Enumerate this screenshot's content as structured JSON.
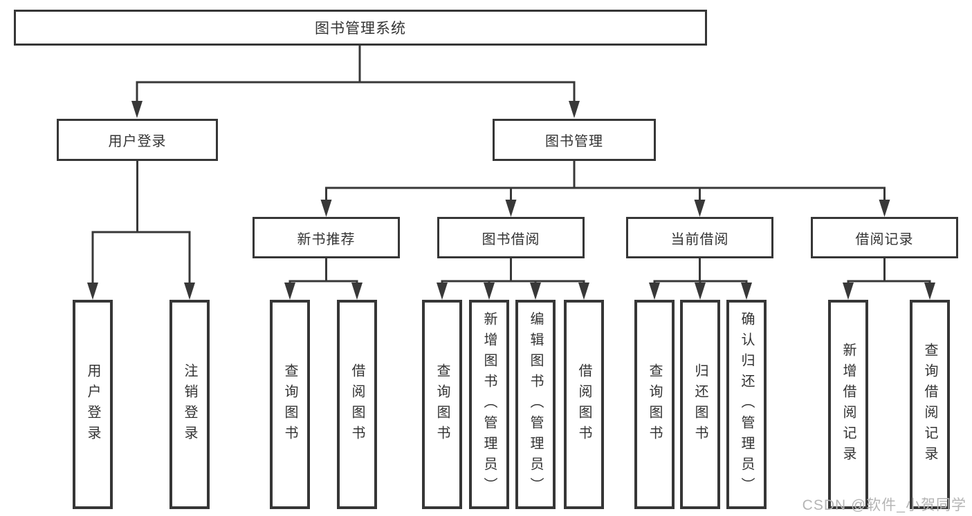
{
  "diagram": {
    "title": "图书管理系统",
    "branches": [
      {
        "label": "用户登录",
        "children": [
          {
            "label": "用户登录"
          },
          {
            "label": "注销登录"
          }
        ]
      },
      {
        "label": "图书管理",
        "children": [
          {
            "label": "新书推荐",
            "children": [
              {
                "label": "查询图书"
              },
              {
                "label": "借阅图书"
              }
            ]
          },
          {
            "label": "图书借阅",
            "children": [
              {
                "label": "查询图书"
              },
              {
                "label": "新增图书（管理员）"
              },
              {
                "label": "编辑图书（管理员）"
              },
              {
                "label": "借阅图书"
              }
            ]
          },
          {
            "label": "当前借阅",
            "children": [
              {
                "label": "查询图书"
              },
              {
                "label": "归还图书"
              },
              {
                "label": "确认归还（管理员）"
              }
            ]
          },
          {
            "label": "借阅记录",
            "children": [
              {
                "label": "新增借阅记录"
              },
              {
                "label": "查询借阅记录"
              }
            ]
          }
        ]
      }
    ]
  },
  "watermark": "CSDN @软件_小贺同学",
  "colors": {
    "line": "#383838",
    "border": "#363636",
    "text": "#333333",
    "watermark": "#b5b5b5",
    "background": "#ffffff"
  }
}
